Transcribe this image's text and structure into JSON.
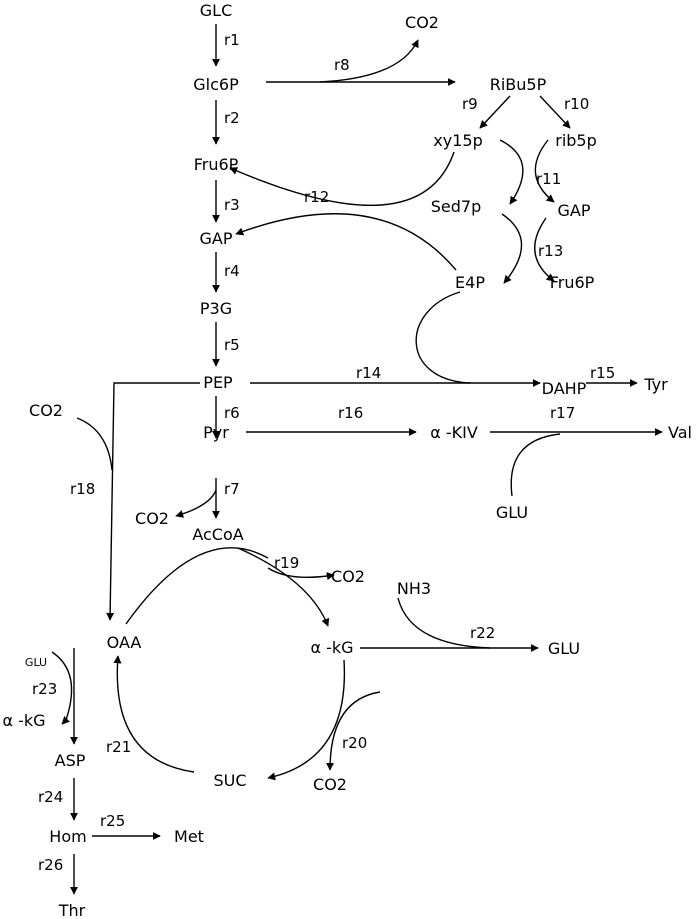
{
  "metabolites": {
    "glc": "GLC",
    "glc6p": "Glc6P",
    "fru6p": "Fru6P",
    "gap": "GAP",
    "p3g": "P3G",
    "pep": "PEP",
    "pyr": "Pyr",
    "accoa": "AcCoA",
    "oaa": "OAA",
    "akg": "α -kG",
    "suc": "SUC",
    "asp": "ASP",
    "hom": "Hom",
    "met": "Met",
    "thr": "Thr",
    "ribu5p": "RiBu5P",
    "xy15p": "xy15p",
    "rib5p": "rib5p",
    "sed7p": "Sed7p",
    "gap2": "GAP",
    "e4p": "E4P",
    "fru6p2": "Fru6P",
    "dahp": "DAHP",
    "tyr": "Tyr",
    "akiv": "α -KIV",
    "val": "Val",
    "glu_val": "GLU",
    "nh3": "NH3",
    "glu_out": "GLU",
    "glu_asp": "GLU",
    "akg_asp": "α -kG",
    "co2_r8": "CO2",
    "co2_r18": "CO2",
    "co2_r7": "CO2",
    "co2_r19": "CO2",
    "co2_r20": "CO2"
  },
  "reactions": {
    "r1": "r1",
    "r2": "r2",
    "r3": "r3",
    "r4": "r4",
    "r5": "r5",
    "r6": "r6",
    "r7": "r7",
    "r8": "r8",
    "r9": "r9",
    "r10": "r10",
    "r11": "r11",
    "r12": "r12",
    "r13": "r13",
    "r14": "r14",
    "r15": "r15",
    "r16": "r16",
    "r17": "r17",
    "r18": "r18",
    "r19": "r19",
    "r20": "r20",
    "r21": "r21",
    "r22": "r22",
    "r23": "r23",
    "r24": "r24",
    "r25": "r25",
    "r26": "r26"
  }
}
